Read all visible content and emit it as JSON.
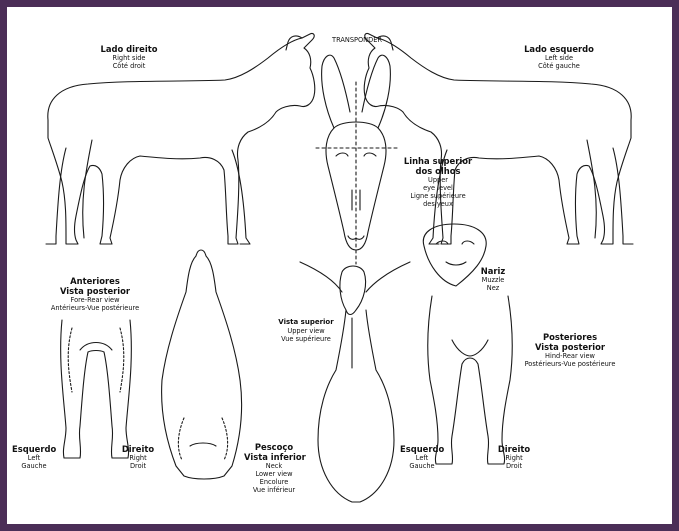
{
  "colors": {
    "border": "#4b2e57",
    "stroke": "#1a1a1a"
  },
  "transponder": "TRANSPONDER",
  "right_side": {
    "title": "Lado direito",
    "en": "Right side",
    "fr": "Côté droit"
  },
  "left_side": {
    "title": "Lado esquerdo",
    "en": "Left side",
    "fr": "Côté gauche"
  },
  "eye_level": {
    "title1": "Linha superior",
    "title2": "dos olhos",
    "en1": "Upper",
    "en2": "eye level",
    "fr1": "Ligne supérieure",
    "fr2": "des yeux"
  },
  "fore_rear": {
    "title1": "Anteriores",
    "title2": "Vista posterior",
    "en": "Fore-Rear view",
    "fr": "Antérieurs-Vue postérieure"
  },
  "neck": {
    "title1": "Pescoço",
    "title2": "Vista inferior",
    "en1": "Neck",
    "en2": "Lower view",
    "fr1": "Encolure",
    "fr2": "Vue inférieur"
  },
  "upper_view": {
    "title": "Vista superior",
    "en": "Upper view",
    "fr": "Vue supérieure"
  },
  "muzzle": {
    "title": "Nariz",
    "en": "Muzzle",
    "fr": "Nez"
  },
  "hind_rear": {
    "title1": "Posteriores",
    "title2": "Vista posterior",
    "en": "Hind-Rear view",
    "fr": "Postérieurs-Vue postérieure"
  },
  "fore_left": {
    "title": "Esquerdo",
    "en": "Left",
    "fr": "Gauche"
  },
  "fore_right": {
    "title": "Direito",
    "en": "Right",
    "fr": "Droit"
  },
  "hind_left": {
    "title": "Esquerdo",
    "en": "Left",
    "fr": "Gauche"
  },
  "hind_right": {
    "title": "Direito",
    "en": "Right",
    "fr": "Droit"
  }
}
